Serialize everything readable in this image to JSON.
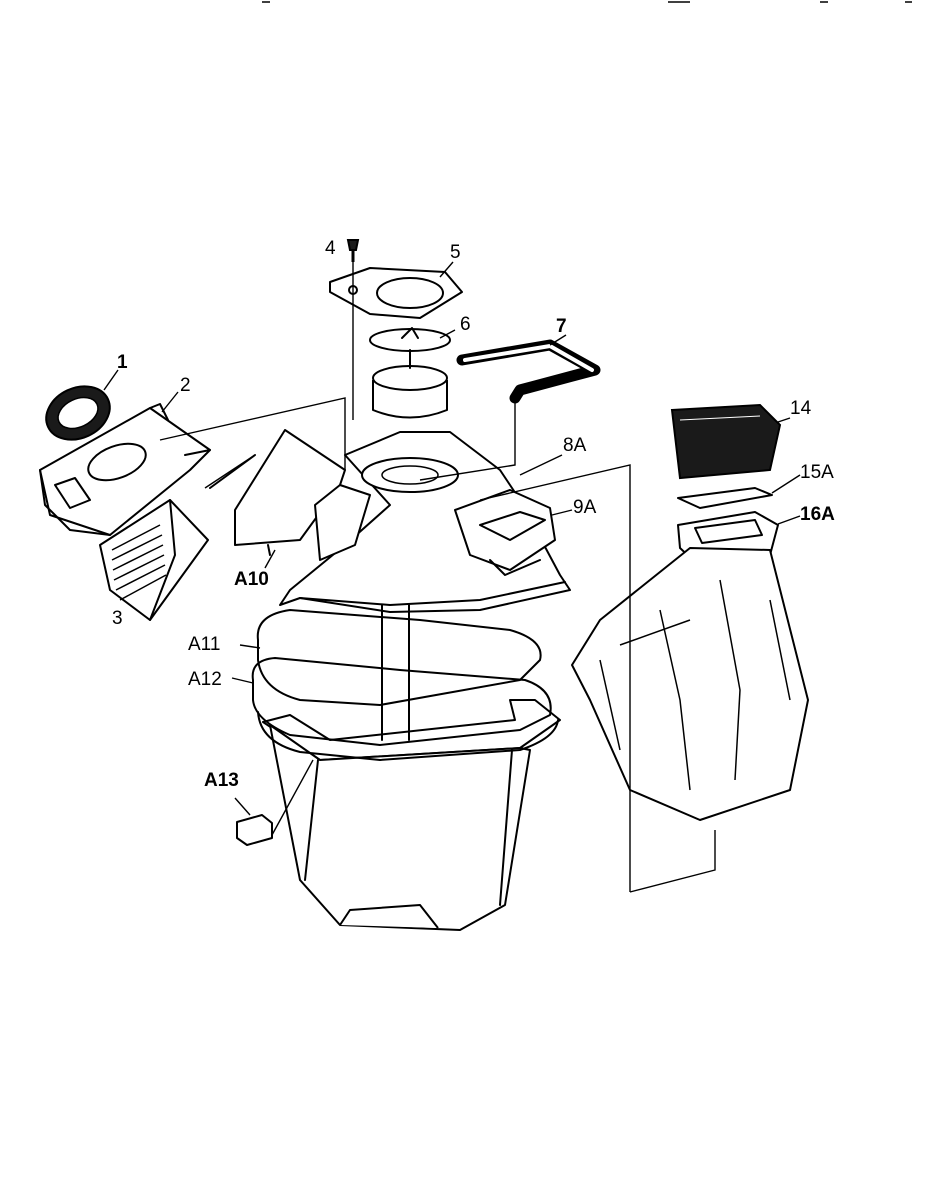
{
  "labels": {
    "p1": "1",
    "p2": "2",
    "p3": "3",
    "p4": "4",
    "p5": "5",
    "p6": "6",
    "p7": "7",
    "p8a": "8A",
    "p9a": "9A",
    "p10": "A10",
    "p11": "A11",
    "p12": "A12",
    "p13": "A13",
    "p14": "14",
    "p15a": "15A",
    "p16a": "16A"
  }
}
